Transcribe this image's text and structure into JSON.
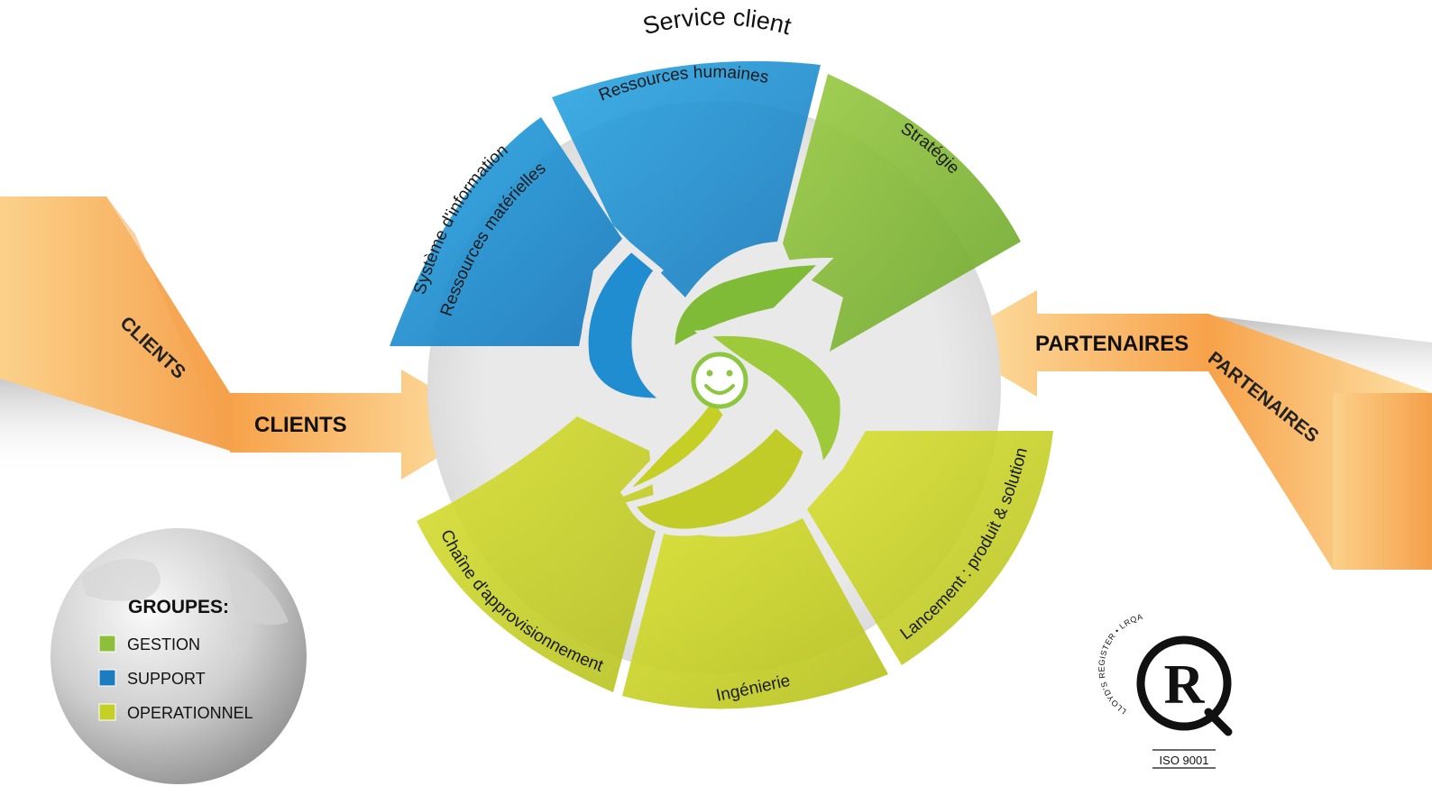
{
  "diagram": {
    "title": "Service client",
    "colors": {
      "gestion": "#8dbf3b",
      "support": "#1c8fd1",
      "operationnel": "#c6cf26",
      "arrow": "#f7b15a",
      "background_circle": "#e6e6e6"
    },
    "segments": [
      {
        "id": "systeme-information",
        "label": "Système d'information",
        "group": "support"
      },
      {
        "id": "ressources-materielles",
        "label": "Ressources matérielles",
        "group": "support"
      },
      {
        "id": "ressources-humaines",
        "label": "Ressources humaines",
        "group": "support"
      },
      {
        "id": "strategie",
        "label": "Stratégie",
        "group": "gestion"
      },
      {
        "id": "lancement",
        "label": "Lancement : produit & solution",
        "group": "operationnel"
      },
      {
        "id": "ingenierie",
        "label": "Ingénierie",
        "group": "operationnel"
      },
      {
        "id": "chaine",
        "label": "Chaîne d'approvisionnement",
        "group": "operationnel"
      }
    ],
    "center_icon": "smiley-icon"
  },
  "arrows": {
    "clients": {
      "label": "CLIENTS",
      "ribbon_label": "CLIENTS"
    },
    "partenaires": {
      "label": "PARTENAIRES",
      "ribbon_label": "PARTENAIRES"
    }
  },
  "legend": {
    "title": "GROUPES:",
    "items": [
      {
        "label": "GESTION",
        "color": "#8dbf3b"
      },
      {
        "label": "SUPPORT",
        "color": "#1c8fd1"
      },
      {
        "label": "OPERATIONNEL",
        "color": "#c6cf26"
      }
    ]
  },
  "logo": {
    "ring_text": "LLOYD'S REGISTER • LRQA",
    "mark": "R",
    "certification": "ISO 9001"
  }
}
